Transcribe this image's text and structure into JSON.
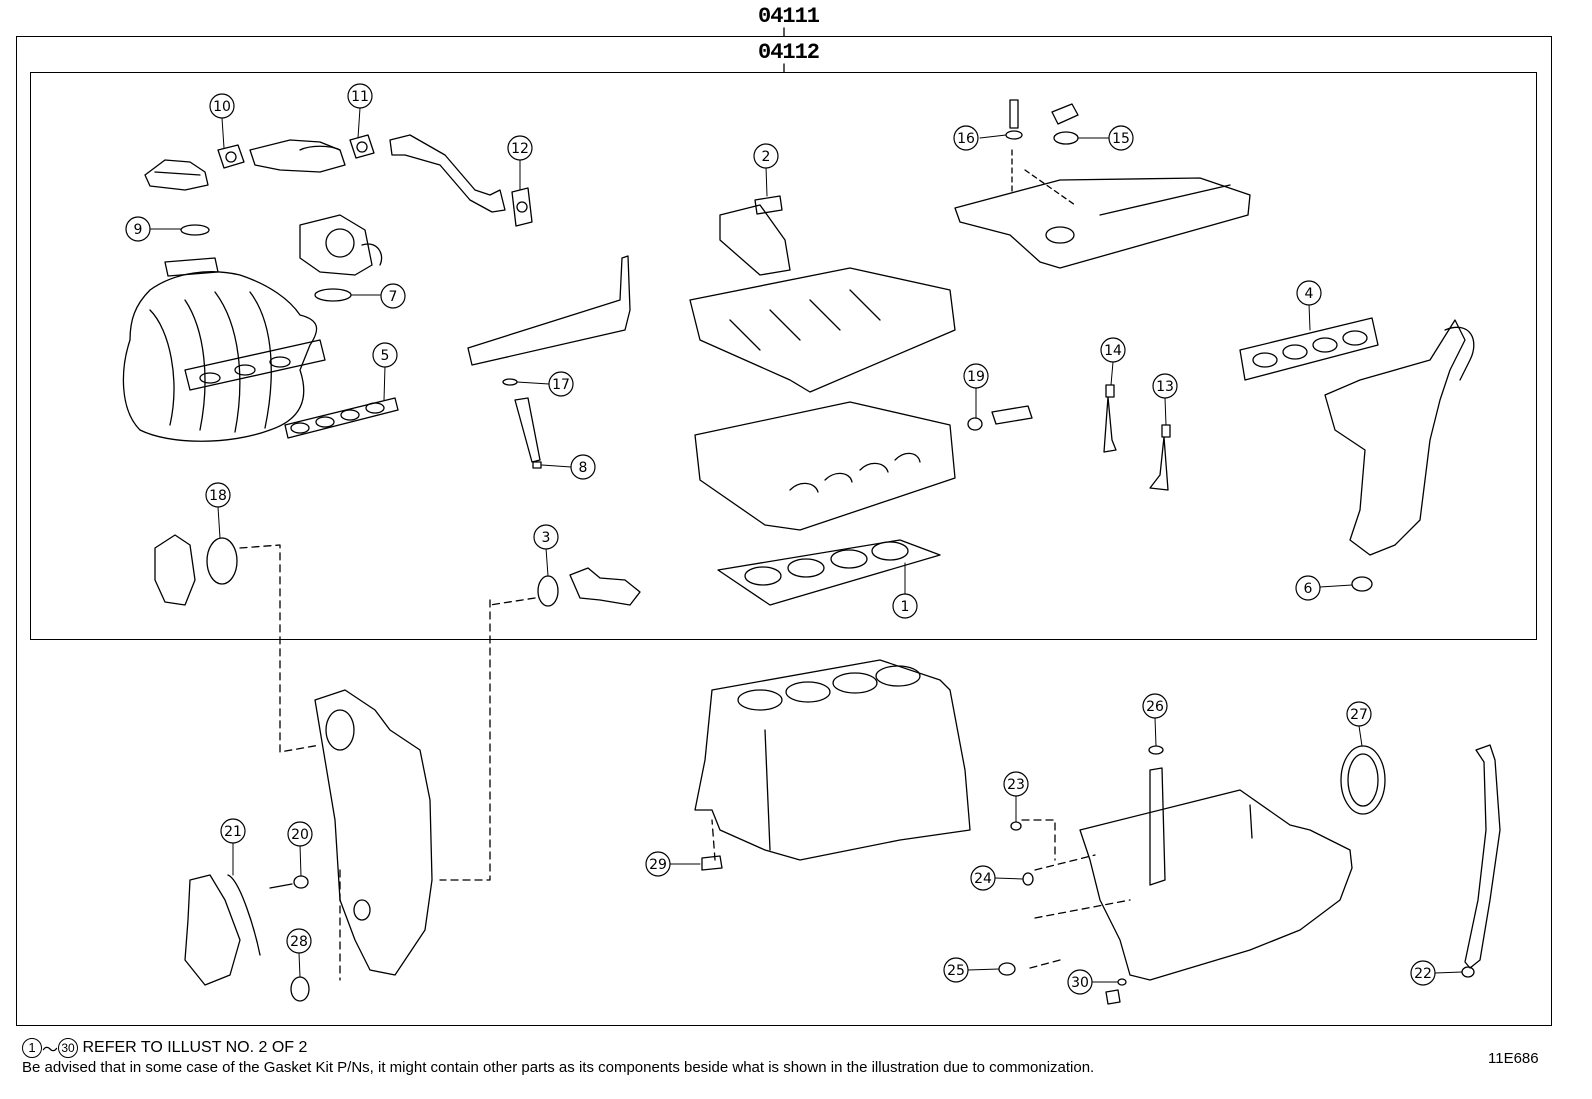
{
  "header": {
    "outer_code": "04111",
    "inner_code": "04112"
  },
  "callouts": [
    "1",
    "2",
    "3",
    "4",
    "5",
    "6",
    "7",
    "8",
    "9",
    "10",
    "11",
    "12",
    "13",
    "14",
    "15",
    "16",
    "17",
    "18",
    "19",
    "20",
    "21",
    "22",
    "23",
    "24",
    "25",
    "26",
    "27",
    "28",
    "29",
    "30"
  ],
  "footer": {
    "range_start": "1",
    "range_tilde": "～",
    "range_end": "30",
    "refer_text": "REFER TO ILLUST NO. 2 OF 2",
    "advisory": "Be advised that in some case of the Gasket Kit P/Ns,  it might contain other parts as its components beside what is shown in the illustration due to commonization.",
    "illustration_id": "11E686"
  }
}
